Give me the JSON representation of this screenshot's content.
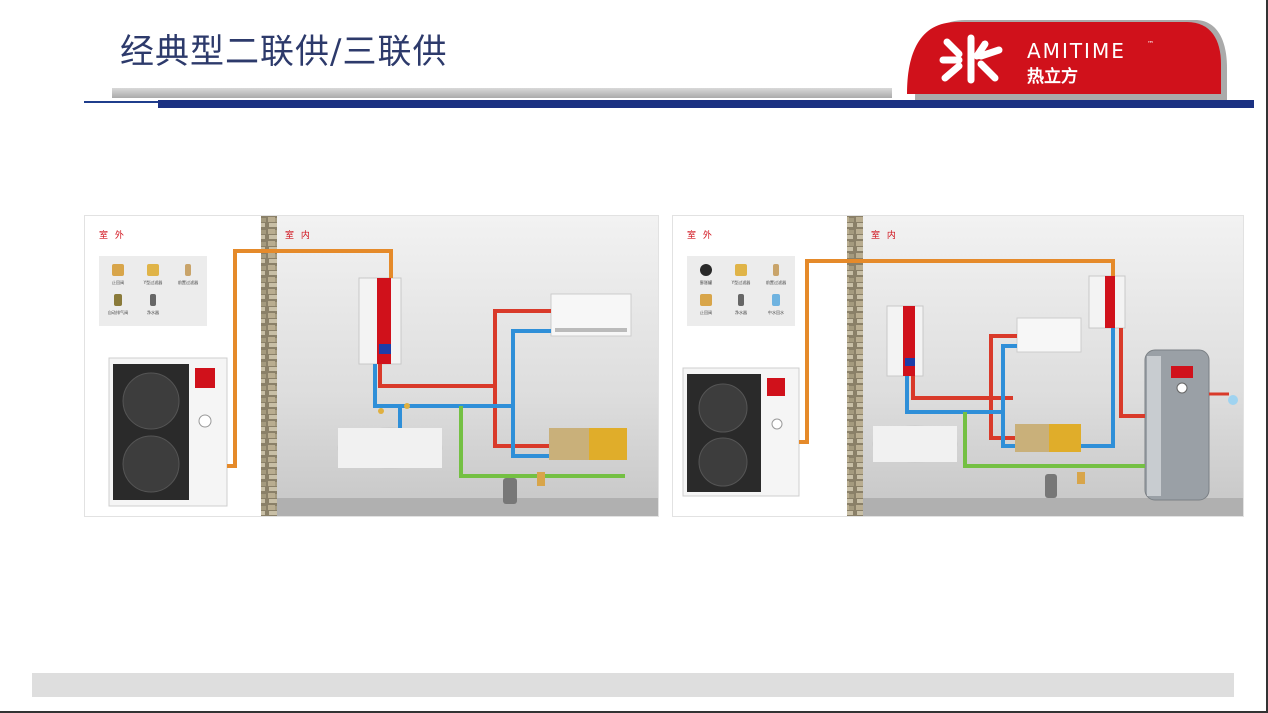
{
  "page": {
    "title": "经典型二联供/三联供"
  },
  "logo": {
    "brand": "AMITIME",
    "cn": "热立方",
    "tm": "™"
  },
  "diagrams": [
    {
      "label_outdoor": "室 外",
      "label_indoor": "室 内",
      "legend": [
        "止回阀",
        "Y型过滤器",
        "前置过滤器",
        "自动排气阀",
        "净水器"
      ]
    },
    {
      "label_outdoor": "室 外",
      "label_indoor": "室 内",
      "legend": [
        "膨胀罐",
        "Y型过滤器",
        "前置过滤器",
        "止回阀",
        "净水器",
        "中水回水"
      ]
    }
  ]
}
